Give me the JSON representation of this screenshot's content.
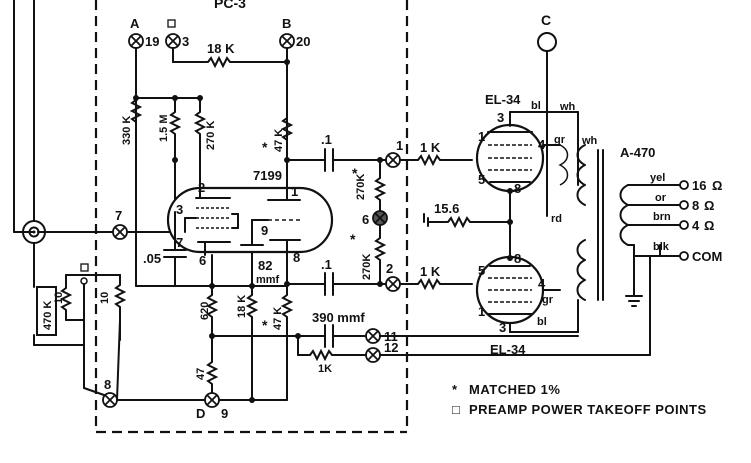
{
  "board": {
    "label": "PC-3"
  },
  "terminals": {
    "a": "A",
    "a_num": "19",
    "sq_num": "3",
    "b": "B",
    "b_num": "20",
    "c": "C",
    "d": "D",
    "d_num": "9",
    "t7": "7",
    "t8": "8",
    "t1": "1",
    "t6": "6",
    "t2": "2",
    "t11": "11",
    "t12": "12"
  },
  "components": {
    "r_18k_top": "18 K",
    "r_330k": "330 K",
    "r_15m": "1.5 M",
    "r_270k_left": "270 K",
    "r_47k_top": "47 K",
    "cap_1_top": ".1",
    "cap_1_bot": ".1",
    "r_1k_top": "1 K",
    "r_1k_bot": "1 K",
    "r_270k_mid_top": "270K",
    "r_270k_mid_bot": "270K",
    "r_156": "15.6",
    "cap_05": ".05",
    "cap_82": "82",
    "cap_82_unit": "mmf",
    "r_620": "620",
    "r_18k_bot": "18 K",
    "r_47k_bot": "47 K",
    "r_47": "47",
    "cap_390": "390 mmf",
    "r_1k_fb": "1K",
    "r_470k": "470 K",
    "r_10a": "10",
    "r_10b": "10",
    "star": "*"
  },
  "tubes": {
    "v7199": "7199",
    "v7199_p1": "2",
    "v7199_p2": "3",
    "v7199_p3": "7",
    "v7199_p4": "6",
    "v7199_p5": "9",
    "v7199_p6": "1",
    "v7199_p7": "8",
    "el34_top": "EL-34",
    "el34_bot": "EL-34",
    "el34t_p3": "3",
    "el34t_p1": "1",
    "el34t_p5": "5",
    "el34t_p4": "4",
    "el34t_p8": "8",
    "el34b_p8": "8",
    "el34b_p5": "5",
    "el34b_p4": "4",
    "el34b_p1": "1",
    "el34b_p3": "3"
  },
  "transformer": {
    "name": "A-470",
    "wire_bl_top": "bl",
    "wire_wh_top": "wh",
    "wire_gr_top": "gr",
    "wire_wh_right": "wh",
    "wire_rd": "rd",
    "wire_gr_bot": "gr",
    "wire_bl_bot": "bl",
    "wire_yel": "yel",
    "wire_or": "or",
    "wire_brn": "brn",
    "wire_blk": "blk",
    "tap_16": "16",
    "tap_8": "8",
    "tap_4": "4",
    "tap_com": "COM",
    "ohm": "Ω"
  },
  "legend": {
    "star_symbol": "*",
    "star_text": "MATCHED 1%",
    "square_symbol": "□",
    "square_text": "PREAMP POWER TAKEOFF POINTS"
  }
}
